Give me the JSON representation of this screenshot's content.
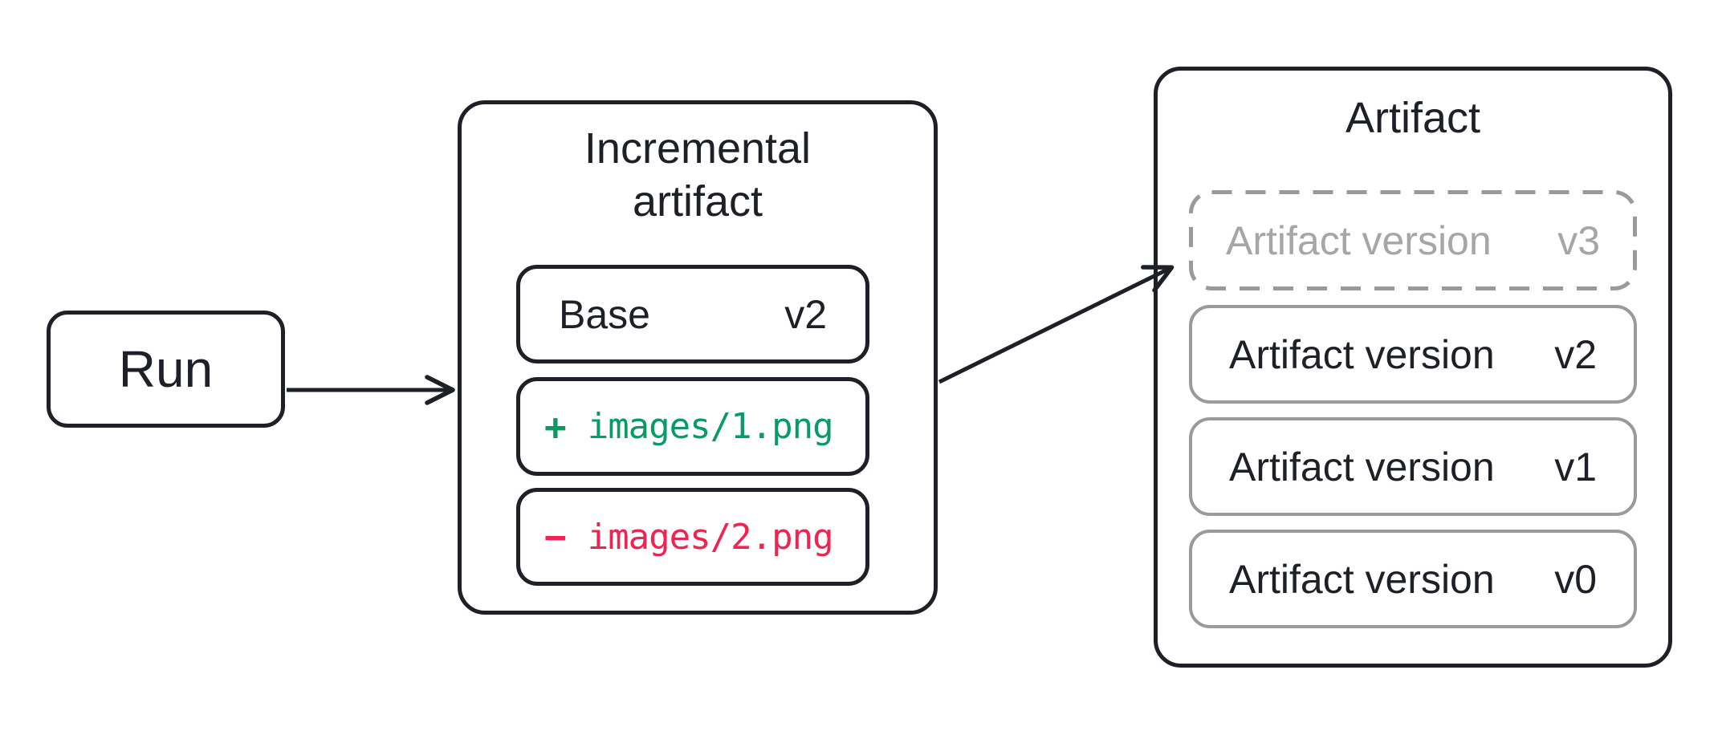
{
  "run": {
    "label": "Run"
  },
  "incremental": {
    "title_lines": [
      "Incremental",
      "artifact"
    ],
    "base": {
      "label": "Base",
      "version": "v2"
    },
    "added": {
      "sign": "+",
      "path": "images/1.png"
    },
    "removed": {
      "sign": "−",
      "path": "images/2.png"
    }
  },
  "artifact": {
    "title": "Artifact",
    "versions": [
      {
        "label": "Artifact version",
        "version": "v3",
        "state": "pending"
      },
      {
        "label": "Artifact version",
        "version": "v2",
        "state": "committed"
      },
      {
        "label": "Artifact version",
        "version": "v1",
        "state": "committed"
      },
      {
        "label": "Artifact version",
        "version": "v0",
        "state": "committed"
      }
    ]
  },
  "colors": {
    "ink": "#1d2026",
    "gray_border": "#9a9a9a",
    "gray_text": "#a6a6a6",
    "added_green": "#0a9a66",
    "removed_red": "#ef2450",
    "background": "#ffffff"
  }
}
